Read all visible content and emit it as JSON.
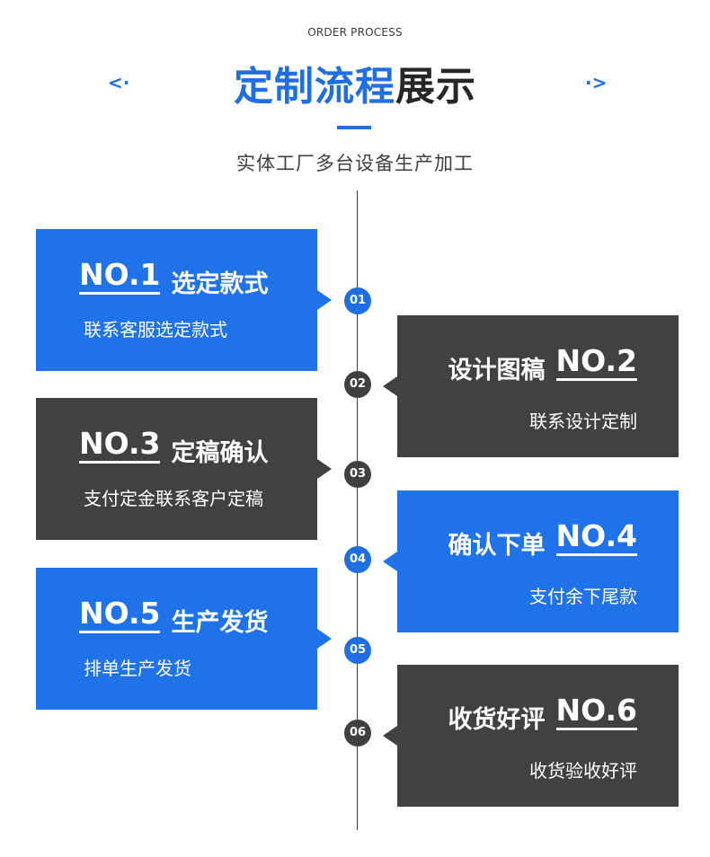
{
  "header": {
    "subtitle_en": "ORDER PROCESS",
    "title_blue": "定制流程",
    "title_dark": "展示",
    "arrow_left": "<·",
    "arrow_right": "·>",
    "tagline": "实体工厂多台设备生产加工"
  },
  "steps": [
    {
      "badge": "01",
      "no": "NO.1",
      "name": "选定款式",
      "desc": "联系客服选定款式",
      "color": "#1f72e8"
    },
    {
      "badge": "02",
      "no": "NO.2",
      "name": "设计图稿",
      "desc": "联系设计定制",
      "color": "#414141"
    },
    {
      "badge": "03",
      "no": "NO.3",
      "name": "定稿确认",
      "desc": "支付定金联系客户定稿",
      "color": "#414141"
    },
    {
      "badge": "04",
      "no": "NO.4",
      "name": "确认下单",
      "desc": "支付余下尾款",
      "color": "#1f72e8"
    },
    {
      "badge": "05",
      "no": "NO.5",
      "name": "生产发货",
      "desc": "排单生产发货",
      "color": "#1f72e8"
    },
    {
      "badge": "06",
      "no": "NO.6",
      "name": "收货好评",
      "desc": "收货验收好评",
      "color": "#414141"
    }
  ]
}
